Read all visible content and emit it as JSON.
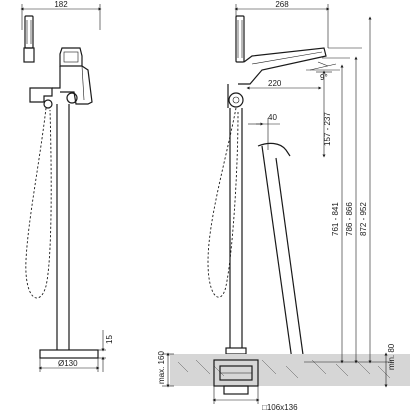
{
  "drawing": {
    "front_view": {
      "top_width": "182",
      "base_height": "15",
      "base_diameter": "Ø130"
    },
    "side_view": {
      "overall_depth": "268",
      "spout_angle": "9°",
      "spout_reach": "220",
      "hose_offset": "40",
      "spout_outlet_range": "157 - 237",
      "height_range_1": "761 - 841",
      "height_range_2": "786 - 866",
      "height_range_3": "872 - 952",
      "min_height": "min. 80",
      "max_depth": "max. 160",
      "box_size": "□106x136"
    }
  }
}
